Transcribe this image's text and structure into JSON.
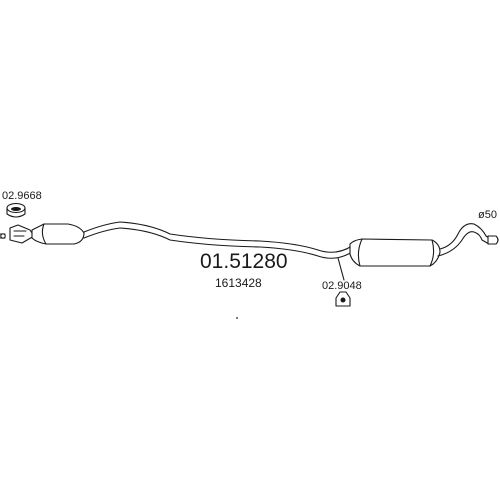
{
  "diagram": {
    "part_number": "01.51280",
    "oe_number": "1613428",
    "labels": {
      "clamp_front": "02.9668",
      "hanger_rear": "02.9048",
      "tail_diameter": "ø50"
    }
  }
}
